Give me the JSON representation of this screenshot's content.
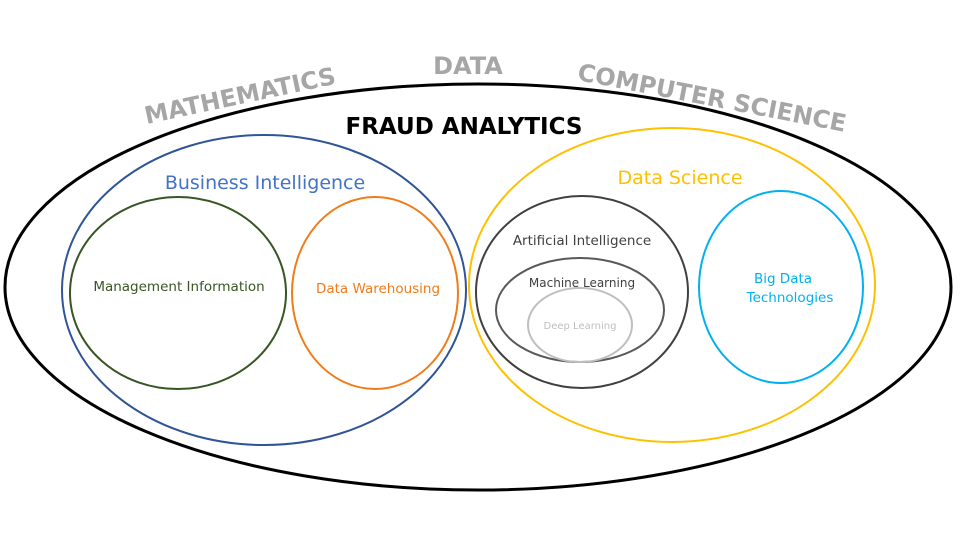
{
  "labels": {
    "mathematics": "MATHEMATICS",
    "data": "DATA",
    "computer_science": "COMPUTER SCIENCE",
    "fraud_analytics": "FRAUD ANALYTICS",
    "business_intelligence": "Business Intelligence",
    "management_information": "Management Information",
    "data_warehousing": "Data Warehousing",
    "data_science": "Data Science",
    "artificial_intelligence": "Artificial Intelligence",
    "machine_learning": "Machine Learning",
    "deep_learning": "Deep Learning",
    "big_data_line1": "Big Data",
    "big_data_line2": "Technologies"
  },
  "colors": {
    "outer": "#000000",
    "business_intelligence": "#2f5597",
    "management_information": "#375623",
    "data_warehousing": "#f07c1a",
    "data_science": "#ffc000",
    "artificial_intelligence": "#404040",
    "machine_learning": "#595959",
    "deep_learning": "#bfbfbf",
    "big_data": "#00b0f0",
    "bi_text": "#4472c4",
    "context": "#a6a6a6"
  }
}
